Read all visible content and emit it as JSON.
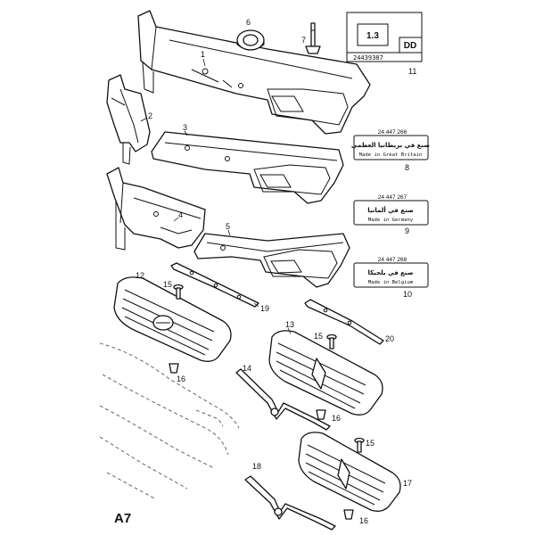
{
  "section": "A7",
  "callouts": {
    "c1": "1",
    "c2": "2",
    "c3": "3",
    "c4": "4",
    "c5": "5",
    "c6": "6",
    "c7": "7",
    "c8": "8",
    "c9": "9",
    "c10": "10",
    "c11": "11",
    "c12": "12",
    "c13": "13",
    "c14": "14",
    "c15a": "15",
    "c15b": "15",
    "c15c": "15",
    "c16a": "16",
    "c16b": "16",
    "c16c": "16",
    "c17": "17",
    "c18": "18",
    "c19": "19",
    "c20": "20"
  },
  "plate": {
    "size_box": "1.3",
    "variant_box": "DD",
    "code": "24439387"
  },
  "labels": [
    {
      "code": "24 447 266",
      "arabic": "صنع في بريطانيا العظمى",
      "made_in": "Made in Great Britain"
    },
    {
      "code": "24 447 267",
      "arabic": "صنع في ألمانيا",
      "made_in": "Made in Germany"
    },
    {
      "code": "24 447 268",
      "arabic": "صنع في بلجيكا",
      "made_in": "Made in Belgium"
    }
  ]
}
